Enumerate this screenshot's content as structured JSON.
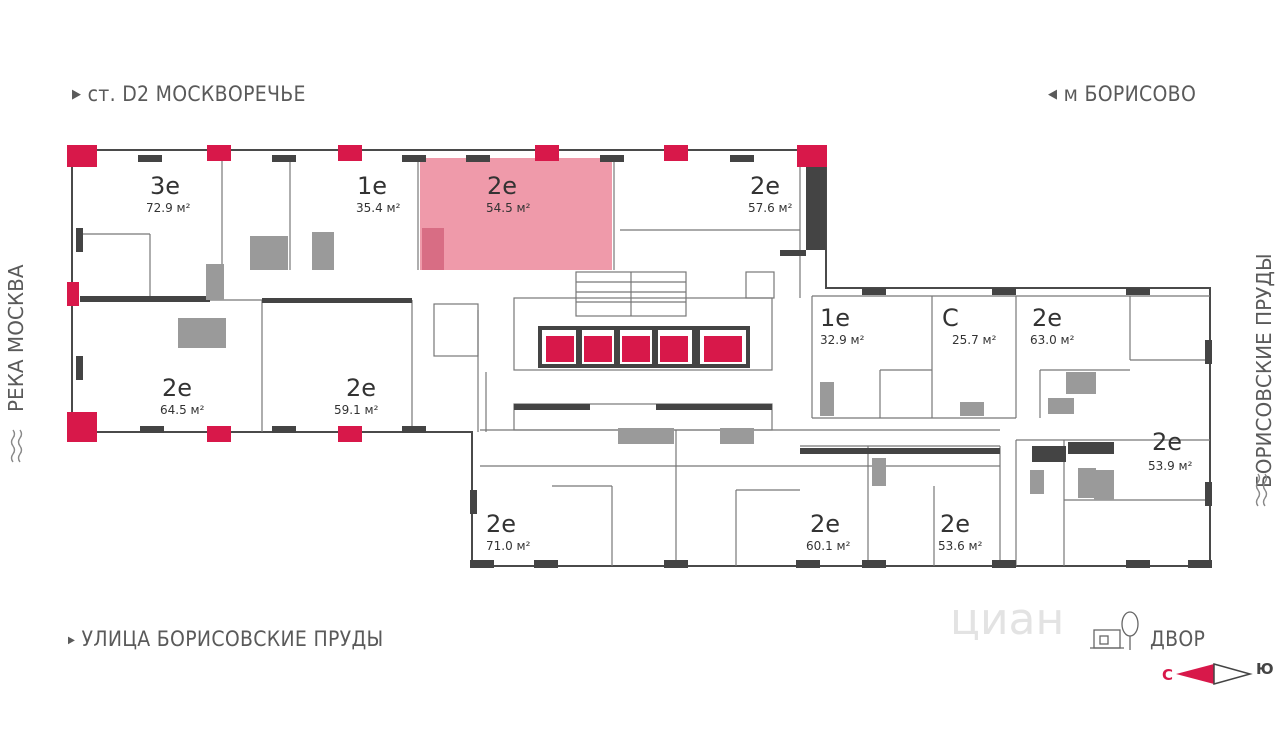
{
  "directions": {
    "top_left": "ст. D2 МОСКВОРЕЧЬЕ",
    "top_right": "м БОРИСОВО",
    "left": "РЕКА МОСКВА",
    "right": "БОРИСОВСКИЕ ПРУДЫ",
    "bottom_left": "УЛИЦА БОРИСОВСКИЕ ПРУДЫ",
    "bottom_right": "ДВОР"
  },
  "compass": {
    "north": "С",
    "south": "Ю"
  },
  "watermark": "циан",
  "colors": {
    "accent": "#d8184a",
    "highlight": "#ef9aaa",
    "wall": "#444444",
    "fixture": "#999999"
  },
  "units": [
    {
      "type": "3е",
      "area": "72.9 м²",
      "selected": false
    },
    {
      "type": "1е",
      "area": "35.4 м²",
      "selected": false
    },
    {
      "type": "2е",
      "area": "54.5 м²",
      "selected": true
    },
    {
      "type": "2е",
      "area": "57.6 м²",
      "selected": false
    },
    {
      "type": "2е",
      "area": "64.5 м²",
      "selected": false
    },
    {
      "type": "2е",
      "area": "59.1 м²",
      "selected": false
    },
    {
      "type": "1е",
      "area": "32.9 м²",
      "selected": false
    },
    {
      "type": "С",
      "area": "25.7 м²",
      "selected": false
    },
    {
      "type": "2е",
      "area": "63.0 м²",
      "selected": false
    },
    {
      "type": "2е",
      "area": "53.9 м²",
      "selected": false
    },
    {
      "type": "2е",
      "area": "71.0 м²",
      "selected": false
    },
    {
      "type": "2е",
      "area": "60.1 м²",
      "selected": false
    },
    {
      "type": "2е",
      "area": "53.6 м²",
      "selected": false
    }
  ]
}
